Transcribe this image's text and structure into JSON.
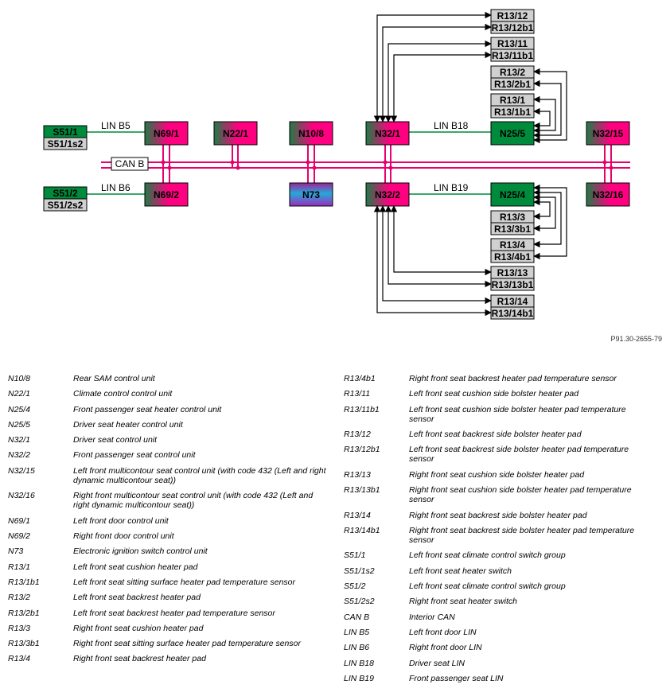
{
  "colors": {
    "can_bus": "#e8006e",
    "lin": "#008a3c",
    "green_fill": "#008a3c",
    "gray_fill": "#d0d0d0",
    "grad_start": "#1f7a45",
    "grad_end": "#ff0080",
    "n73_top": "#9b2dbe",
    "n73_mid": "#27a8d8"
  },
  "diagram": {
    "can_label": "CAN B",
    "ref": "P91.30-2655-79",
    "nodes": {
      "N69_1": "N69/1",
      "N69_2": "N69/2",
      "N22_1": "N22/1",
      "N10_8": "N10/8",
      "N73": "N73",
      "N32_1": "N32/1",
      "N32_2": "N32/2",
      "N25_5": "N25/5",
      "N25_4": "N25/4",
      "N32_15": "N32/15",
      "N32_16": "N32/16"
    },
    "switches": {
      "S51_1": "S51/1",
      "S51_1s2": "S51/1s2",
      "S51_2": "S51/2",
      "S51_2s2": "S51/2s2"
    },
    "pads": {
      "R13_12": "R13/12",
      "R13_12b1": "R13/12b1",
      "R13_11": "R13/11",
      "R13_11b1": "R13/11b1",
      "R13_2": "R13/2",
      "R13_2b1": "R13/2b1",
      "R13_1": "R13/1",
      "R13_1b1": "R13/1b1",
      "R13_3": "R13/3",
      "R13_3b1": "R13/3b1",
      "R13_4": "R13/4",
      "R13_4b1": "R13/4b1",
      "R13_13": "R13/13",
      "R13_13b1": "R13/13b1",
      "R13_14": "R13/14",
      "R13_14b1": "R13/14b1"
    },
    "lin": {
      "B5": "LIN B5",
      "B6": "LIN B6",
      "B18": "LIN B18",
      "B19": "LIN B19"
    }
  },
  "legend": {
    "left": [
      {
        "code": "N10/8",
        "desc": "Rear SAM control unit"
      },
      {
        "code": "N22/1",
        "desc": "Climate control control unit"
      },
      {
        "code": "N25/4",
        "desc": "Front passenger seat heater control unit"
      },
      {
        "code": "N25/5",
        "desc": "Driver seat heater control unit"
      },
      {
        "code": "N32/1",
        "desc": "Driver seat control unit"
      },
      {
        "code": "N32/2",
        "desc": "Front passenger seat control unit"
      },
      {
        "code": "N32/15",
        "desc": "Left front multicontour seat control unit (with code 432 (Left and right dynamic multicontour seat))"
      },
      {
        "code": "N32/16",
        "desc": "Right front multicontour seat control unit (with code 432 (Left and right dynamic multicontour seat))"
      },
      {
        "code": "N69/1",
        "desc": "Left front door control unit"
      },
      {
        "code": "N69/2",
        "desc": "Right front door control unit"
      },
      {
        "code": "N73",
        "desc": "Electronic ignition switch control unit"
      },
      {
        "code": "R13/1",
        "desc": "Left front seat cushion heater pad"
      },
      {
        "code": "R13/1b1",
        "desc": "Left front seat sitting surface heater pad temperature sensor"
      },
      {
        "code": "R13/2",
        "desc": "Left front seat backrest heater pad"
      },
      {
        "code": "R13/2b1",
        "desc": "Left front seat backrest heater pad temperature sensor"
      },
      {
        "code": "R13/3",
        "desc": "Right front seat cushion heater pad"
      },
      {
        "code": "R13/3b1",
        "desc": "Right front seat sitting surface heater pad temperature sensor"
      },
      {
        "code": "R13/4",
        "desc": "Right front seat backrest heater pad"
      }
    ],
    "right": [
      {
        "code": "R13/4b1",
        "desc": "Right front seat backrest heater pad temperature sensor"
      },
      {
        "code": "R13/11",
        "desc": "Left front seat cushion side bolster heater pad"
      },
      {
        "code": "R13/11b1",
        "desc": "Left front seat cushion side bolster heater pad temperature sensor"
      },
      {
        "code": "R13/12",
        "desc": "Left front seat backrest side bolster heater pad"
      },
      {
        "code": "R13/12b1",
        "desc": "Left front seat backrest side bolster heater pad temperature sensor"
      },
      {
        "code": "R13/13",
        "desc": "Right front seat cushion side bolster heater pad"
      },
      {
        "code": "R13/13b1",
        "desc": "Right front seat cushion side bolster heater pad temperature sensor"
      },
      {
        "code": "R13/14",
        "desc": "Right front seat backrest side bolster heater pad"
      },
      {
        "code": "R13/14b1",
        "desc": "Right front seat backrest side bolster heater pad temperature sensor"
      },
      {
        "code": "S51/1",
        "desc": "Left front seat climate control switch group"
      },
      {
        "code": "S51/1s2",
        "desc": "Left front seat heater switch"
      },
      {
        "code": "S51/2",
        "desc": "Left front seat climate control switch group"
      },
      {
        "code": "S51/2s2",
        "desc": "Right front seat heater switch"
      },
      {
        "code": "CAN B",
        "desc": "Interior CAN"
      },
      {
        "code": "LIN B5",
        "desc": "Left front door LIN"
      },
      {
        "code": "LIN B6",
        "desc": "Right front door LIN"
      },
      {
        "code": "LIN B18",
        "desc": "Driver seat LIN"
      },
      {
        "code": "LIN B19",
        "desc": "Front passenger seat LIN"
      }
    ]
  }
}
